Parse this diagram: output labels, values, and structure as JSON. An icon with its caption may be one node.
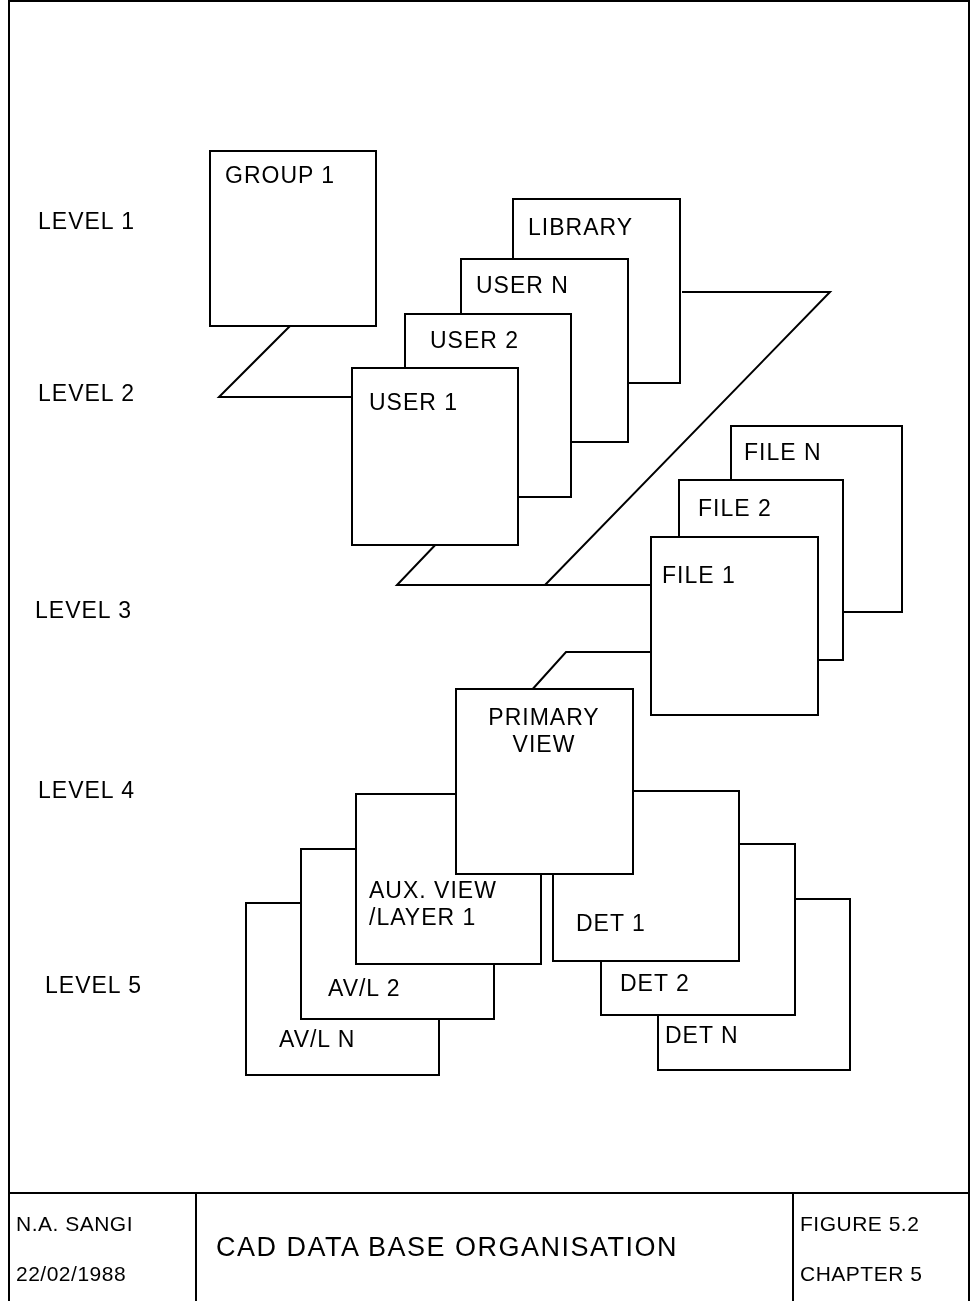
{
  "diagram": {
    "title": "CAD DATA BASE ORGANISATION",
    "nodes": [
      {
        "text": [
          "GROUP 1"
        ]
      },
      {
        "text": [
          "LIBRARY"
        ]
      },
      {
        "text": [
          "USER N"
        ]
      },
      {
        "text": [
          "USER 2"
        ]
      },
      {
        "text": [
          "USER 1"
        ]
      },
      {
        "text": [
          "FILE N"
        ]
      },
      {
        "text": [
          "FILE 2"
        ]
      },
      {
        "text": [
          "FILE 1"
        ]
      },
      {
        "text": [
          "PRIMARY VIEW"
        ]
      },
      {
        "text": [
          "AUX. VIEW /LAYER 1"
        ]
      },
      {
        "text": [
          "DET 1"
        ]
      },
      {
        "text": [
          "AV/L 2"
        ]
      },
      {
        "text": [
          "DET 2"
        ]
      },
      {
        "text": [
          "AV/L N"
        ]
      },
      {
        "text": [
          "DET N"
        ]
      }
    ],
    "labels": [
      "LEVEL 1",
      "LEVEL 2",
      "LEVEL 3",
      "LEVEL 4",
      "LEVEL 5",
      "N.A. SANGI",
      "FIGURE 5.2",
      "22/02/1988",
      "CHAPTER 5"
    ]
  }
}
